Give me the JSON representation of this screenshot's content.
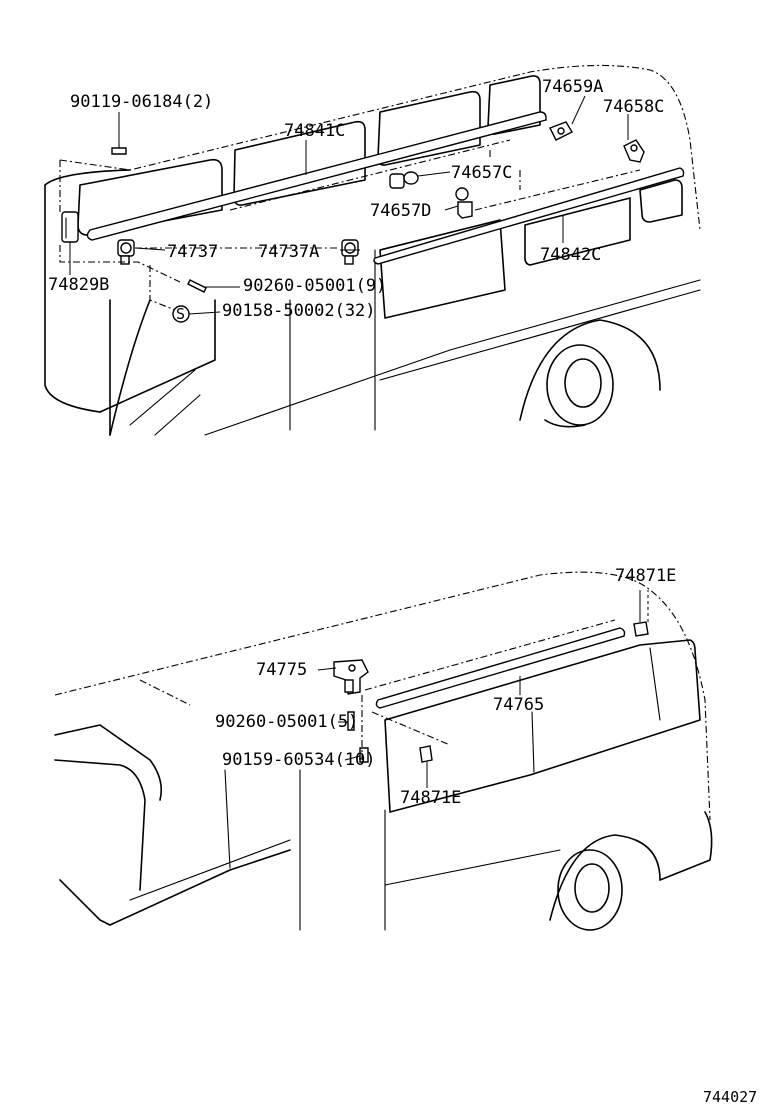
{
  "diagram_id": "744027",
  "upper": {
    "labels": {
      "p90119": "90119-06184(2)",
      "p74841C": "74841C",
      "p74659A": "74659A",
      "p74658C": "74658C",
      "p74657C": "74657C",
      "p74657D": "74657D",
      "p74737": "74737",
      "p74737A": "74737A",
      "p74842C": "74842C",
      "p74829B": "74829B",
      "p90260": "90260-05001(9)",
      "p90158": "90158-50002(32)"
    },
    "symbol_s": "S"
  },
  "lower": {
    "labels": {
      "p74871E_top": "74871E",
      "p74775": "74775",
      "p74765": "74765",
      "p90260": "90260-05001(5)",
      "p90159": "90159-60534(10)",
      "p74871E_bottom": "74871E"
    }
  }
}
